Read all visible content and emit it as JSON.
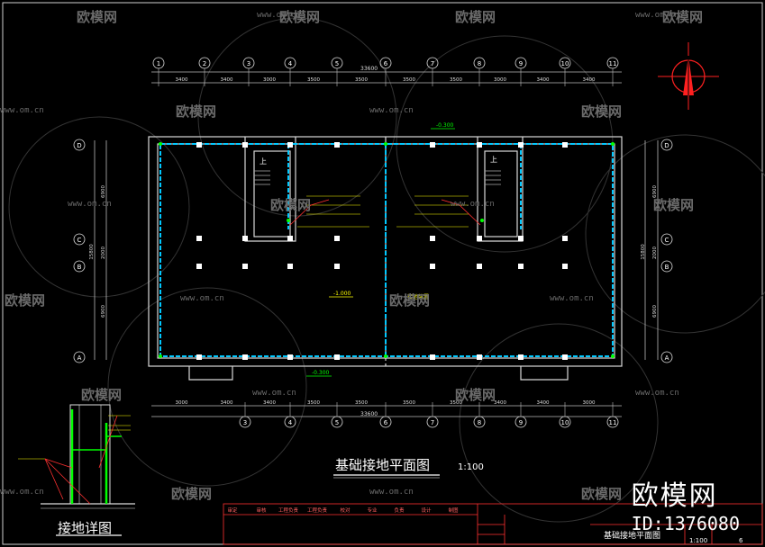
{
  "drawing": {
    "title": "基础接地平面图",
    "scale": "1:100",
    "detail_title": "接地详图",
    "total_dim": "33600",
    "top_spans": [
      "3400",
      "3400",
      "3000",
      "3500",
      "3500",
      "3500",
      "3500",
      "3000",
      "3400",
      "3400"
    ],
    "bottom_spans": [
      "3000",
      "3400",
      "3400",
      "3500",
      "3500",
      "3500",
      "3500",
      "3400",
      "3400",
      "3000"
    ],
    "top_axes": [
      "1",
      "2",
      "3",
      "4",
      "5",
      "6",
      "7",
      "8",
      "9",
      "10",
      "11"
    ],
    "bottom_axes": [
      "3",
      "4",
      "5",
      "6",
      "7",
      "8",
      "9",
      "10",
      "11"
    ],
    "bottom_axis_first": "3",
    "left_axes": [
      "D",
      "C",
      "B",
      "A"
    ],
    "side_dims": [
      "6900",
      "2000",
      "6900"
    ],
    "side_total": "15800",
    "elev_top": "-0.300",
    "elev_mid": "-1.000",
    "elev_bottom": "-0.300",
    "stair_label": "上",
    "mid_label": "接地装置"
  },
  "watermark": {
    "brand": "欧模网",
    "url": "www.om.cn"
  },
  "brand_block": {
    "name": "欧模网",
    "id": "ID:1376080"
  },
  "title_block": {
    "headers": [
      "审定",
      "审核",
      "工程负责",
      "工程负责",
      "校对",
      "专业",
      "负责",
      "设计",
      "制图"
    ],
    "drawing_name": "基础接地平面图",
    "scale": "1:100",
    "sheet_no": "6"
  },
  "colors": {
    "wall": "#d8d8d8",
    "ground": "#00c8ff",
    "label": "#ffff00",
    "leader": "#ff3030",
    "note_green": "#00ff00"
  }
}
